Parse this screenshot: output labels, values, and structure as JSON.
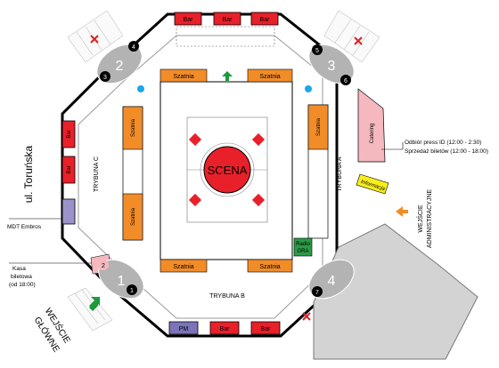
{
  "stage": {
    "label": "SCENA"
  },
  "stands": {
    "a": "TRYBUNA A",
    "b": "TRYBUNA B",
    "c": "TRYBUNA C"
  },
  "street": "ul. Toruńska",
  "main_entrance": {
    "line1": "WEJŚCIE",
    "line2": "GŁÓWNE"
  },
  "admin_entrance": {
    "line1": "WEJŚCIE",
    "line2": "ADMINISTRACYJNE"
  },
  "bar_label": "Bar",
  "cloakroom_label": "Szatnia",
  "catering_label": "Catering",
  "info_label": "Informacja",
  "pm_label": "PM",
  "radio": {
    "line1": "Radio",
    "line2": "GRA"
  },
  "callouts": {
    "mdt": "MDT Embros",
    "ticket_office": {
      "line1": "Kasa",
      "line2": "biletowa",
      "line3": "(od 18:00)"
    },
    "press": {
      "line1": "Odbiór press ID (12:00 - 2:30)",
      "line2": "Sprzedaż biletów (12:00 - 18:00)"
    }
  },
  "entrances": {
    "e1": "1",
    "e2": "2",
    "e3": "3",
    "e4": "4"
  },
  "gates": {
    "g1": "1",
    "g2": "2",
    "g3": "3",
    "g4": "4",
    "g5": "5",
    "g6": "6",
    "g7": "7"
  },
  "colors": {
    "bar": "#e8202a",
    "cloakroom": "#f28c28",
    "catering": "#f5b8bf",
    "info": "#f7ee1b",
    "pm": "#7a74b8",
    "mdt": "#9a93c9",
    "radio": "#2a9a44",
    "stage": "#e8202a",
    "arrow_green": "#1e9a3a",
    "arrow_orange": "#f28c28",
    "close_red": "#e02020",
    "info_point": "#1aa8e8",
    "entrance_oval": "#b3b3b3"
  }
}
